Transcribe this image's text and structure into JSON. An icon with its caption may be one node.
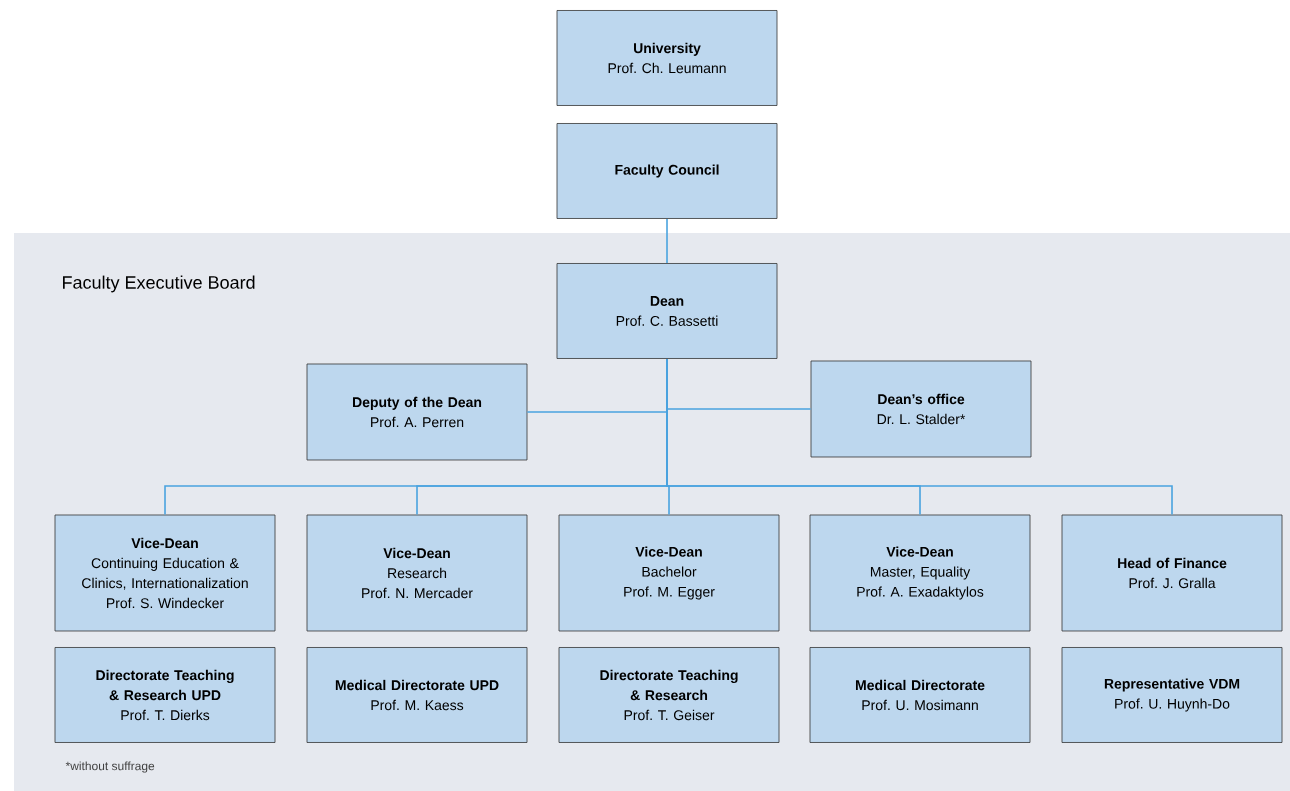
{
  "diagram": {
    "nodes": [
      {
        "text": [
          "University",
          "Prof. Ch. Leumann"
        ]
      },
      {
        "text": [
          "Faculty Council"
        ]
      },
      {
        "text": [
          "Faculty Executive Board"
        ]
      },
      {
        "text": [
          "Dean",
          "Prof. C. Bassetti"
        ],
        "in": 2
      },
      {
        "text": [
          "Deputy of the Dean",
          "Prof. A. Perren"
        ],
        "in": 2
      },
      {
        "text": [
          "Dean’s office",
          "Dr. L. Stalder*"
        ],
        "in": 2
      },
      {
        "text": [
          "Vice-Dean",
          "Continuing Education & Clinics, Internationalization",
          "Prof. S. Windecker"
        ],
        "in": 2
      },
      {
        "text": [
          "Vice-Dean",
          "Research",
          "Prof. N. Mercader"
        ],
        "in": 2
      },
      {
        "text": [
          "Vice-Dean",
          "Bachelor",
          "Prof. M. Egger"
        ],
        "in": 2
      },
      {
        "text": [
          "Vice-Dean",
          "Master, Equality",
          "Prof. A. Exadaktylos"
        ],
        "in": 2
      },
      {
        "text": [
          "Head of Finance",
          "Prof. J. Gralla"
        ],
        "in": 2
      },
      {
        "text": [
          "Directorate Teaching & Research UPD",
          "Prof. T. Dierks"
        ],
        "in": 2
      },
      {
        "text": [
          "Medical Directorate UPD",
          "Prof. M. Kaess"
        ],
        "in": 2
      },
      {
        "text": [
          "Directorate Teaching & Research",
          "Prof. T. Geiser"
        ],
        "in": 2
      },
      {
        "text": [
          "Medical Directorate",
          "Prof. U. Mosimann"
        ],
        "in": 2
      },
      {
        "text": [
          "Representative VDM",
          "Prof. U. Huynh-Do"
        ],
        "in": 2
      }
    ],
    "edges": [
      {
        "from": 1,
        "to": 3,
        "arrow": "none"
      },
      {
        "from": 3,
        "to": 4,
        "arrow": "none"
      },
      {
        "from": 3,
        "to": 5,
        "arrow": "none"
      },
      {
        "from": 3,
        "to": 6,
        "arrow": "none"
      },
      {
        "from": 3,
        "to": 7,
        "arrow": "none"
      },
      {
        "from": 3,
        "to": 8,
        "arrow": "none"
      },
      {
        "from": 3,
        "to": 9,
        "arrow": "none"
      },
      {
        "from": 3,
        "to": 10,
        "arrow": "none"
      }
    ],
    "labels": [
      "*without suffrage"
    ]
  }
}
